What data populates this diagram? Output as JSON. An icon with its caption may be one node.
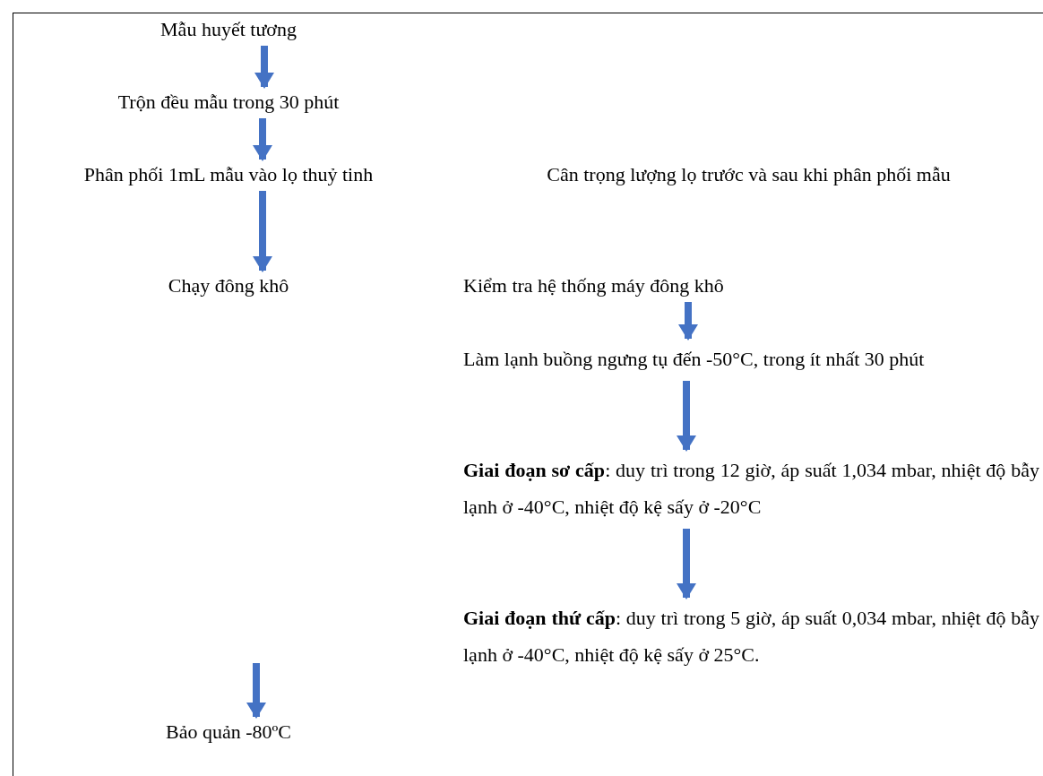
{
  "diagram": {
    "nodes": [
      {
        "text": [
          "Mẫu huyết tương"
        ]
      },
      {
        "text": [
          "Trộn đều mẫu trong 30 phút"
        ]
      },
      {
        "text": [
          "Phân phối 1mL mẫu vào lọ thuỷ tinh"
        ]
      },
      {
        "text": [
          "Cân trọng lượng lọ trước và sau khi phân phối mẫu"
        ]
      },
      {
        "text": [
          "Chạy đông khô"
        ]
      },
      {
        "text": [
          "Kiểm tra hệ thống máy đông khô"
        ]
      },
      {
        "text": [
          "Làm lạnh buồng ngưng tụ đến -50°C, trong ít nhất 30 phút"
        ]
      },
      {
        "text": [
          "**Giai đoạn sơ cấp**: duy trì trong 12 giờ, áp suất 1,034 mbar, nhiệt độ bẫy lạnh ở -40°C, nhiệt độ kệ sấy ở -20°C"
        ]
      },
      {
        "text": [
          "**Giai đoạn thứ cấp**: duy trì trong 5 giờ, áp suất 0,034 mbar, nhiệt độ bẫy lạnh ở -40°C, nhiệt độ kệ sấy ở 25°C."
        ]
      },
      {
        "text": [
          "Bảo quản -80ºC"
        ]
      }
    ],
    "edges": [
      {
        "from": 0,
        "to": 1,
        "arrow": "to"
      },
      {
        "from": 1,
        "to": 2,
        "arrow": "to"
      },
      {
        "from": 2,
        "to": 4,
        "arrow": "to"
      },
      {
        "from": 5,
        "to": 6,
        "arrow": "to"
      },
      {
        "from": 6,
        "to": 7,
        "arrow": "to"
      },
      {
        "from": 7,
        "to": 8,
        "arrow": "to"
      },
      {
        "from": null,
        "to": 9,
        "arrow": "to"
      }
    ]
  }
}
